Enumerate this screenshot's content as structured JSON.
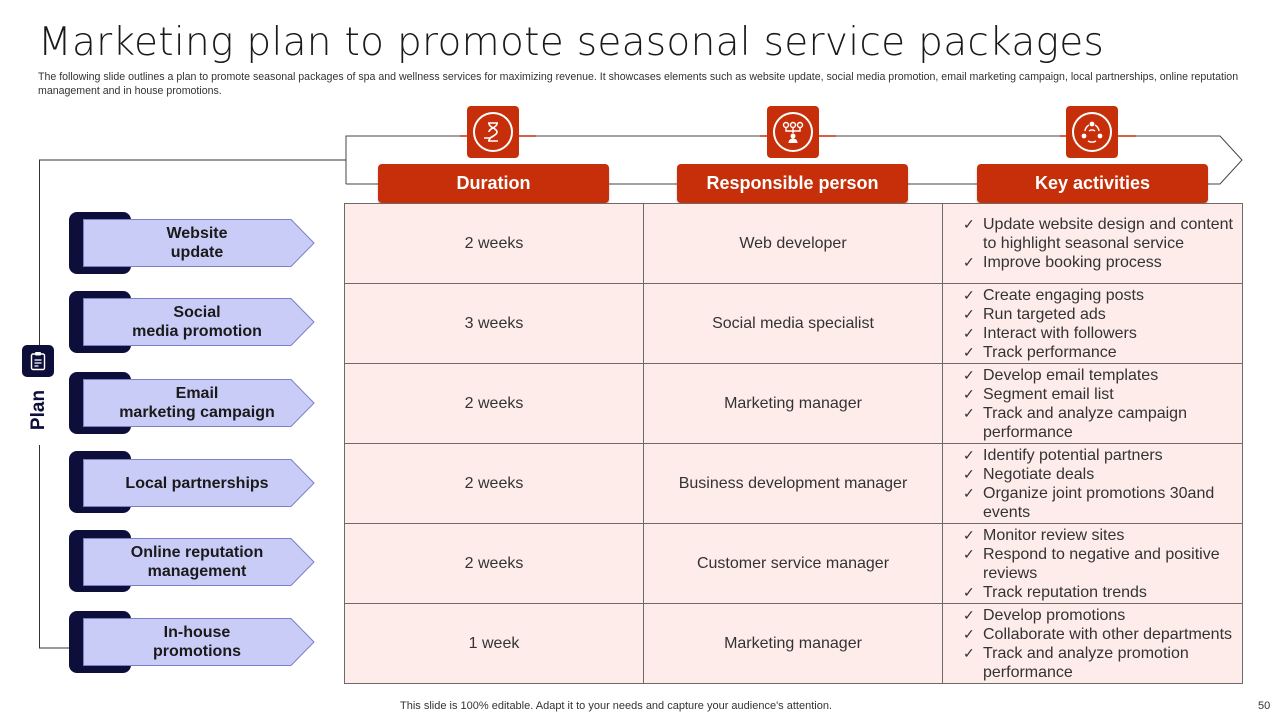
{
  "title": "Marketing plan to promote seasonal service packages",
  "subtitle": "The following slide outlines a plan to promote seasonal packages of spa and wellness services for maximizing revenue. It showcases elements such as website update, social media promotion, email marketing campaign, local partnerships, online reputation management and in house promotions.",
  "side_label": "Plan",
  "columns": {
    "duration": "Duration",
    "responsible": "Responsible person",
    "activities": "Key activities"
  },
  "check_mark": "✓",
  "rows": [
    {
      "plan": "Website\nupdate",
      "duration": "2 weeks",
      "responsible": "Web developer",
      "activities": [
        "Update website design and content to highlight seasonal service",
        "Improve booking process"
      ]
    },
    {
      "plan": "Social\nmedia promotion",
      "duration": "3 weeks",
      "responsible": "Social media specialist",
      "activities": [
        "Create engaging posts",
        "Run targeted ads",
        "Interact  with followers",
        "Track performance"
      ]
    },
    {
      "plan": "Email\nmarketing campaign",
      "duration": "2 weeks",
      "responsible": "Marketing manager",
      "activities": [
        "Develop email templates",
        "Segment email list",
        "Track and analyze campaign performance"
      ]
    },
    {
      "plan": "Local partnerships",
      "duration": "2 weeks",
      "responsible": "Business development manager",
      "activities": [
        "Identify  potential partners",
        "Negotiate deals",
        "Organize joint promotions 30and events"
      ]
    },
    {
      "plan": "Online reputation\nmanagement",
      "duration": "2 weeks",
      "responsible": "Customer service manager",
      "activities": [
        "Monitor review sites",
        "Respond to negative and positive reviews",
        "Track reputation trends"
      ]
    },
    {
      "plan": "In-house\npromotions",
      "duration": "1 week",
      "responsible": "Marketing manager",
      "activities": [
        "Develop promotions",
        "Collaborate with other departments",
        "Track and analyze promotion performance"
      ]
    }
  ],
  "icons": {
    "duration": "hourglass-hand-icon",
    "responsible": "org-chart-person-icon",
    "activities": "team-cycle-icon",
    "plan": "clipboard-icon"
  },
  "colors": {
    "accent": "#c62f0a",
    "navy": "#0d0f3a",
    "lavender": "#c9ccf7",
    "table_bg": "#fdecea"
  },
  "footer": "This slide is 100% editable. Adapt it to your needs and capture your audience's attention.",
  "page_number": "50"
}
